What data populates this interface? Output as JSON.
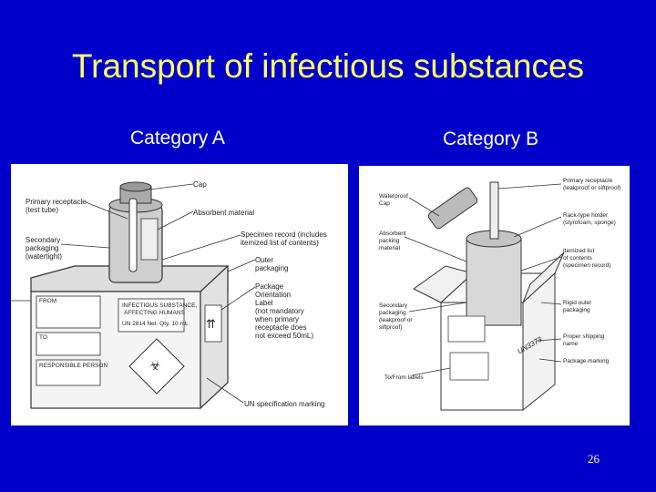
{
  "slide": {
    "title": "Transport of infectious substances",
    "page_number": "26",
    "background_color": "#0000c8",
    "title_color": "#ffff66"
  },
  "category_a": {
    "heading": "Category A",
    "labels": {
      "primary_receptacle": "Primary receptacle",
      "primary_receptacle_sub": "(test tube)",
      "cap": "Cap",
      "absorbent": "Absorbent material",
      "secondary": "Secondary",
      "secondary_2": "packaging",
      "secondary_3": "(watertight)",
      "specimen_1": "Specimen record (includes",
      "specimen_2": "itemized list of contents)",
      "outer_1": "Outer",
      "outer_2": "packaging",
      "orient_1": "Package",
      "orient_2": "Orientation",
      "orient_3": "Label",
      "orient_4": "(not mandatory",
      "orient_5": "when primary",
      "orient_6": "receptacle does",
      "orient_7": "not exceed 50mL)",
      "un_spec": "UN specification marking"
    },
    "box_text": {
      "from": "FROM",
      "to": "TO",
      "label_1": "INFECTIOUS SUBSTANCE,",
      "label_2": "AFFECTING HUMANS",
      "label_3": "UN 2814   Net. Qty. 10 mL",
      "responsible_1": "RESPONSIBLE PERSON"
    }
  },
  "category_b": {
    "heading": "Category B",
    "labels": {
      "primary_1": "Primary receptacle",
      "primary_2": "(leakproof or siftproof)",
      "waterproof_1": "Waterproof",
      "waterproof_2": "Cap",
      "rack_1": "Rack-type holder",
      "rack_2": "(styrofoam, sponge)",
      "absorbent_1": "Absorbent",
      "absorbent_2": "packing",
      "absorbent_3": "material",
      "itemized_1": "Itemized list",
      "itemized_2": "of contents",
      "itemized_3": "(specimen record)",
      "rigid_1": "Rigid outer",
      "rigid_2": "packaging",
      "secondary_1": "Secondary",
      "secondary_2": "packaging",
      "secondary_3": "(leakproof or",
      "secondary_4": "siftproof)",
      "shipping_1": "Proper shipping",
      "shipping_2": "name",
      "marking": "Package marking",
      "tofrom": "To/From labels"
    },
    "box_text": {
      "un": "UN3373"
    }
  }
}
